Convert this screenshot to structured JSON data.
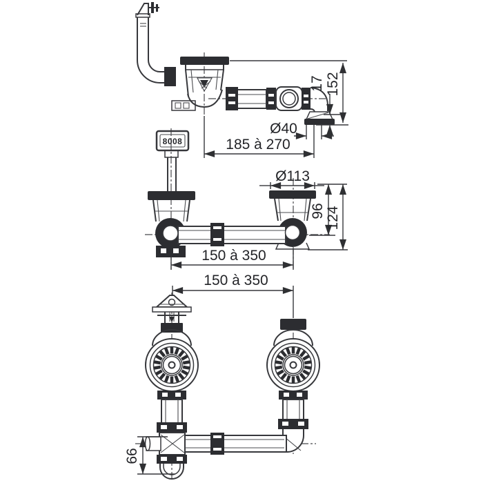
{
  "diagram": {
    "subject": "double-sink-drain-kit-technical-drawing",
    "background": "#ffffff",
    "line_color": "#36373b",
    "fill_color": "#2c2d31",
    "views": {
      "top": "single-bowl-side-view-with-overflow",
      "middle": "double-bowl-side-view",
      "bottom": "double-bowl-front-view"
    },
    "labels": {
      "top_offset": "17",
      "top_height": "152",
      "top_outlet_diameter": "Ø40",
      "top_span": "185 à 270",
      "mid_flange_diameter": "Ø113",
      "mid_height_to_axis": "96",
      "mid_height_total": "124",
      "mid_span": "150 à 350",
      "bottom_span": "150 à 350",
      "bottom_trap_height": "66",
      "overflow_plate_marking": "8008"
    }
  }
}
